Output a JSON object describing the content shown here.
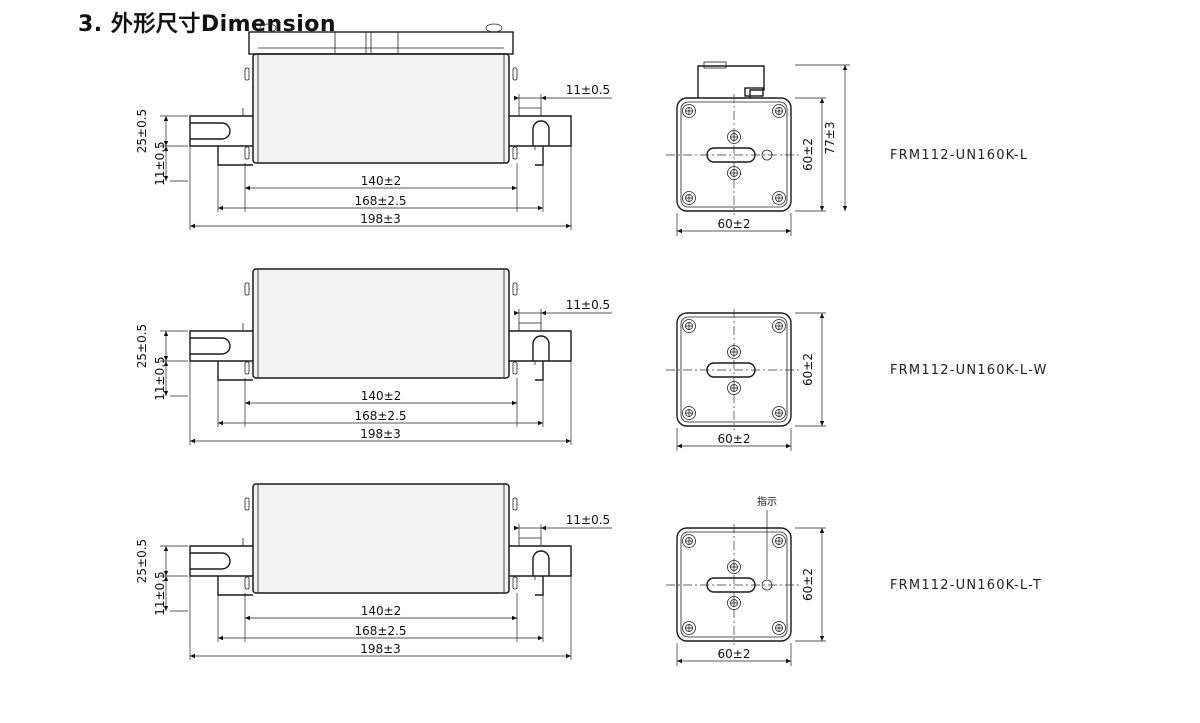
{
  "heading": "3. 外形尺寸Dimension",
  "drawings": [
    {
      "model": "FRM112-UN160K-L",
      "dims": {
        "overall": "198±3",
        "terminals": "168±2.5",
        "body": "140±2",
        "terminal_width": "25±0.5",
        "slot_offset": "11±0.5",
        "terminal_thickness": "11±0.5",
        "face_width": "60±2",
        "face_height": "60±2",
        "total_height": "77±3"
      },
      "variant": "top-microswitch"
    },
    {
      "model": "FRM112-UN160K-L-W",
      "dims": {
        "overall": "198±3",
        "terminals": "168±2.5",
        "body": "140±2",
        "terminal_width": "25±0.5",
        "slot_offset": "11±0.5",
        "terminal_thickness": "11±0.5",
        "face_width": "60±2",
        "face_height": "60±2"
      },
      "variant": "plain"
    },
    {
      "model": "FRM112-UN160K-L-T",
      "dims": {
        "overall": "198±3",
        "terminals": "168±2.5",
        "body": "140±2",
        "terminal_width": "25±0.5",
        "slot_offset": "11±0.5",
        "terminal_thickness": "11±0.5",
        "face_width": "60±2",
        "face_height": "60±2"
      },
      "variant": "indicator",
      "indicator_label": "指示"
    }
  ]
}
